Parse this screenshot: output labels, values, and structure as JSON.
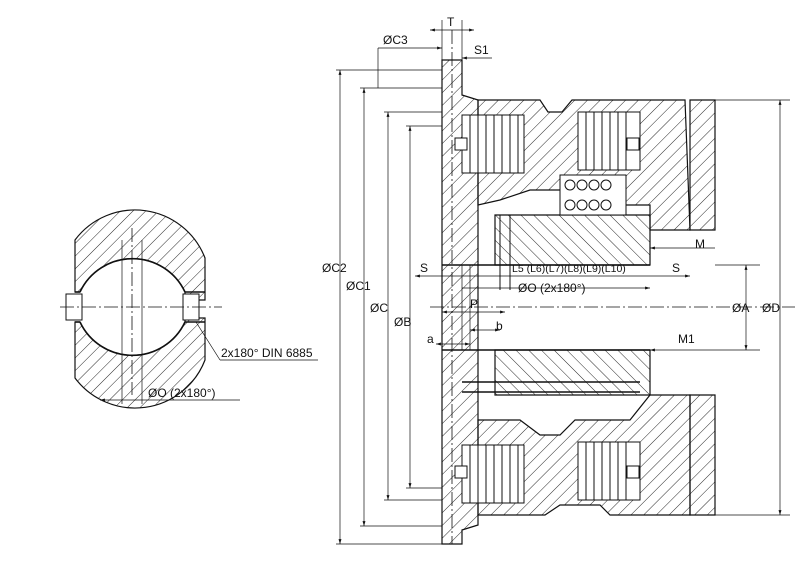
{
  "labels": {
    "key_note": "2x180° DIN 6885",
    "o_left": "ØO (2x180°)",
    "o_center": "ØO (2x180°)",
    "l_series": "L5 (L6)(L7)(L8)(L9)(L10)",
    "c2": "ØC2",
    "c1": "ØC1",
    "c": "ØC",
    "b_dia": "ØB",
    "c3": "ØC3",
    "t": "T",
    "s1": "S1",
    "s_left": "S",
    "s_right": "S",
    "p": "P",
    "a": "a",
    "b": "b",
    "m": "M",
    "m1": "M1",
    "a_dia": "ØA",
    "d_dia": "ØD"
  }
}
